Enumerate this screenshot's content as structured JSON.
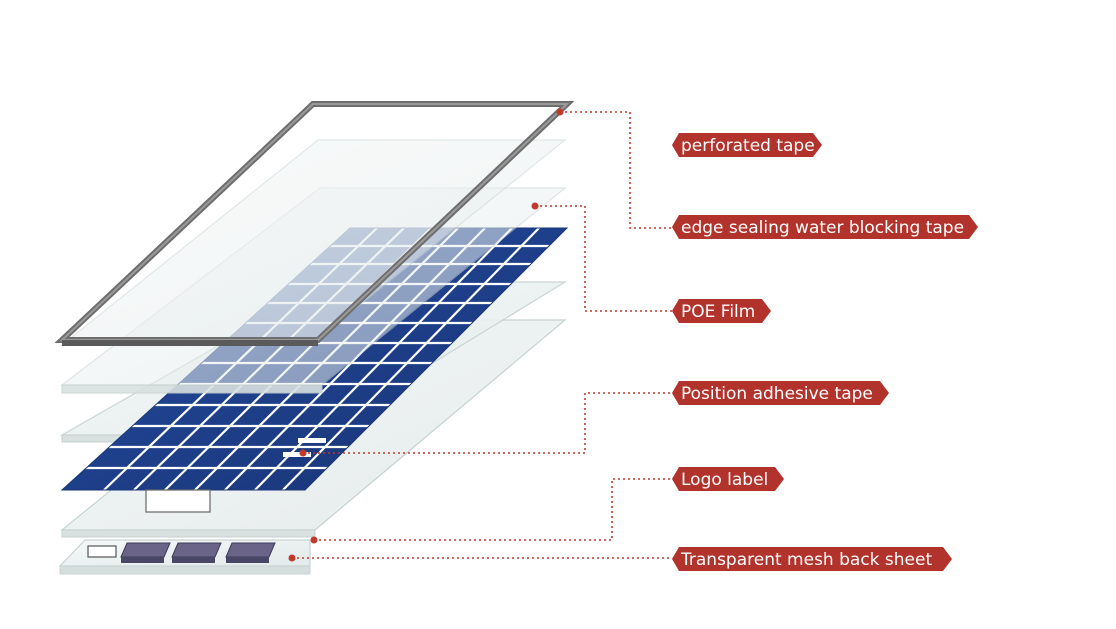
{
  "diagram": {
    "labels": [
      "perforated tape",
      "edge sealing water blocking tape",
      "POE Film",
      "Position adhesive tape",
      "Logo label",
      "Transparent mesh back sheet"
    ]
  },
  "colors": {
    "label_bg": "#b2322c",
    "leader": "#c0392b",
    "cell_blue": "#1e3f8a",
    "frame_gray": "#6e6e6e",
    "glass": "#e8eeee"
  }
}
